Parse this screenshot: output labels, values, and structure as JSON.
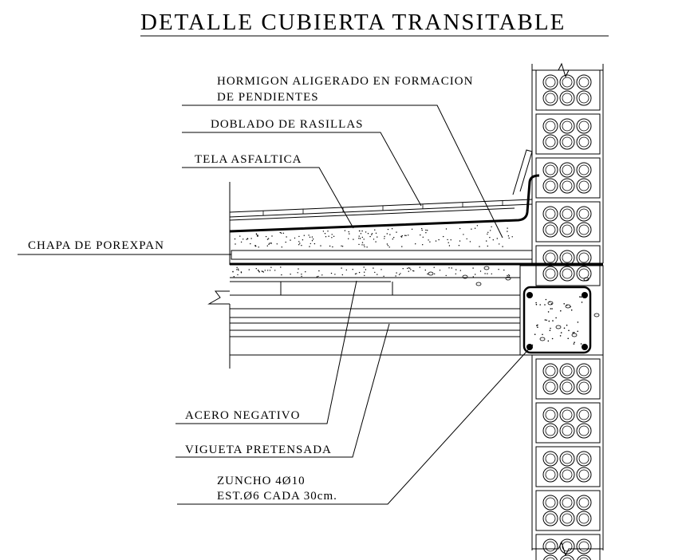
{
  "title": "DETALLE CUBIERTA TRANSITABLE",
  "labels": {
    "hormigon_1": "HORMIGON ALIGERADO EN FORMACION",
    "hormigon_2": "DE PENDIENTES",
    "doblado": "DOBLADO DE RASILLAS",
    "tela": "TELA ASFALTICA",
    "chapa": "CHAPA DE POREXPAN",
    "acero": "ACERO NEGATIVO",
    "vigueta": "VIGUETA PRETENSADA",
    "zuncho_1": "ZUNCHO 4Ø10",
    "zuncho_2": "EST.Ø6 CADA 30cm."
  }
}
